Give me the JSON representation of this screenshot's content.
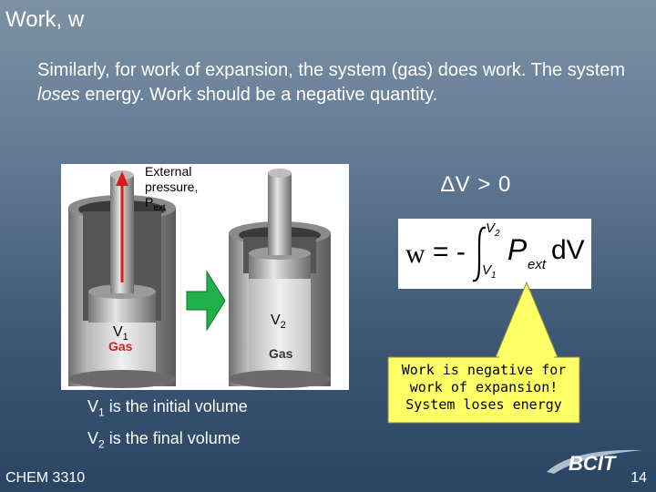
{
  "slide": {
    "title": "Work, w",
    "body_part1": "Similarly, for work of expansion, the system (gas) does work. The system ",
    "body_emph": "loses",
    "body_part2": " energy.  Work should be a negative quantity."
  },
  "illustration": {
    "external_label_line1": "External",
    "external_label_line2": "pressure,",
    "external_label_P": "P",
    "external_label_sub": "ext",
    "v1_label": "V",
    "v1_sub": "1",
    "v2_label": "V",
    "v2_sub": "2",
    "gas_left": "Gas",
    "gas_right": "Gas"
  },
  "delta_v": "∆V > 0",
  "equation": {
    "w": "w",
    "equals": "= -",
    "upper_limit": "V",
    "upper_sub": "2",
    "lower_limit": "V",
    "lower_sub": "1",
    "P": "P",
    "P_sub": "ext",
    "dV": "dV"
  },
  "callout": {
    "line1": "Work is negative for",
    "line2": "work of expansion!",
    "line3": "System loses energy"
  },
  "volume_notes": {
    "line1_prefix": "V",
    "line1_sub": "1",
    "line1_rest": " is the initial volume",
    "line2_prefix": "V",
    "line2_sub": "2",
    "line2_rest": " is the final volume"
  },
  "footer": {
    "course": "CHEM 3310",
    "page": "14",
    "logo_text": "BCIT"
  },
  "colors": {
    "arrow_red": "#e01a1a",
    "arrow_green": "#22b04a",
    "callout_yellow": "#ffff66",
    "gas_red": "#cc2222"
  }
}
